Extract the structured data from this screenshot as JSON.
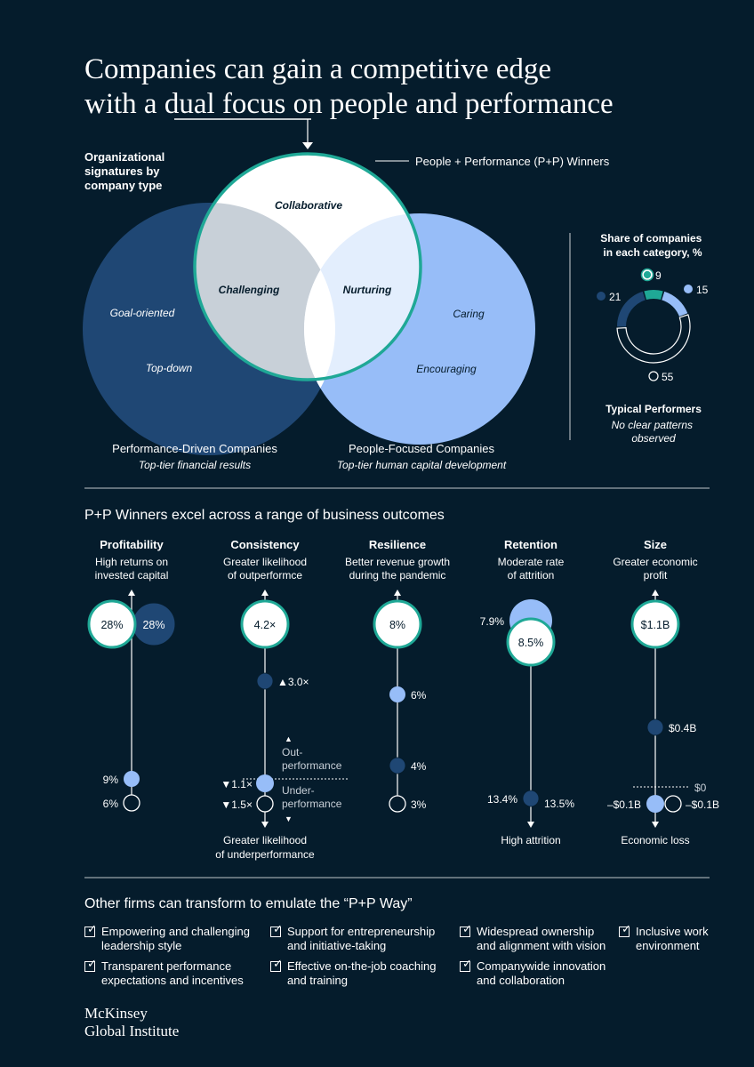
{
  "title_line1": "Companies can gain a competitive edge",
  "title_line2_pre": "with a ",
  "title_line2_underlined": "dual focus",
  "title_line2_post": " on people and performance",
  "venn": {
    "signature_label": [
      "Organizational",
      "signatures by",
      "company type"
    ],
    "winners_label": "People + Performance (P+P) Winners",
    "collaborative": "Collaborative",
    "challenging": "Challenging",
    "nurturing": "Nurturing",
    "goal_oriented": "Goal-oriented",
    "top_down": "Top-down",
    "caring": "Caring",
    "encouraging": "Encouraging",
    "perf_title": "Performance-Driven Companies",
    "perf_sub": "Top-tier financial results",
    "people_title": "People-Focused Companies",
    "people_sub": "Top-tier human capital development"
  },
  "share_chart": {
    "title": [
      "Share of companies",
      "in each category, %"
    ],
    "typical_title": "Typical Performers",
    "typical_sub": [
      "No clear patterns",
      "observed"
    ]
  },
  "section2_title": "P+P Winners excel across a range of business outcomes",
  "outcomes": [
    {
      "title": "Profitability",
      "sub": [
        "High returns on",
        "invested capital"
      ]
    },
    {
      "title": "Consistency",
      "sub": [
        "Greater likelihood",
        "of outperformce"
      ]
    },
    {
      "title": "Resilience",
      "sub": [
        "Better revenue growth",
        "during the pandemic"
      ]
    },
    {
      "title": "Retention",
      "sub": [
        "Moderate rate",
        "of attrition"
      ]
    },
    {
      "title": "Size",
      "sub": [
        "Greater economic",
        "profit"
      ]
    }
  ],
  "consistency_notes": {
    "out": [
      "Out-",
      "performance"
    ],
    "under": [
      "Under-",
      "performance"
    ],
    "bottom": [
      "Greater likelihood",
      "of underperformance"
    ]
  },
  "retention_bottom": "High attrition",
  "size_bottom": "Economic loss",
  "size_zero_label": "$0",
  "section3_title": "Other firms can transform to emulate the “P+P Way”",
  "practices": [
    [
      "Empowering and challenging",
      "leadership style"
    ],
    [
      "Support for entrepreneurship",
      "and initiative-taking"
    ],
    [
      "Widespread ownership",
      "and alignment with vision"
    ],
    [
      "Inclusive work",
      "environment"
    ],
    [
      "Transparent performance",
      "expectations and incentives"
    ],
    [
      "Effective on-the-job coaching",
      "and training"
    ],
    [
      "Companywide innovation",
      "and collaboration"
    ]
  ],
  "logo": [
    "McKinsey",
    "Global Institute"
  ],
  "colors": {
    "background": "#051C2C",
    "teal": "#1FA896",
    "performance_dark": "#1F4774",
    "people_light": "#97BDF8",
    "overlap_gray": "#C8D0D8",
    "nurturing_light": "#E3EEFD",
    "white": "#FFFFFF"
  },
  "chart_data": [
    {
      "type": "pie",
      "title": "Share of companies in each category, %",
      "categories": [
        "P+P Winners",
        "People-Focused Companies",
        "Typical Performers",
        "Performance-Driven Companies"
      ],
      "values": [
        9,
        15,
        55,
        21
      ],
      "labels": [
        "9",
        "15",
        "55",
        "21"
      ],
      "colors": [
        "#1FA896",
        "#97BDF8",
        "#051C2C",
        "#1F4774"
      ]
    },
    {
      "type": "scatter",
      "title": "Profitability",
      "series": [
        {
          "name": "P+P Winners",
          "values": [
            28
          ],
          "labels": [
            "28%"
          ],
          "color": "white"
        },
        {
          "name": "Performance-Driven Companies",
          "values": [
            28
          ],
          "labels": [
            "28%"
          ],
          "color": "dark"
        },
        {
          "name": "People-Focused Companies",
          "values": [
            9
          ],
          "labels": [
            "9%"
          ],
          "color": "light"
        },
        {
          "name": "Typical Performers",
          "values": [
            6
          ],
          "labels": [
            "6%"
          ],
          "color": "outline"
        }
      ]
    },
    {
      "type": "scatter",
      "title": "Consistency",
      "series": [
        {
          "name": "P+P Winners",
          "values": [
            4.2
          ],
          "labels": [
            "4.2×"
          ],
          "color": "white"
        },
        {
          "name": "Performance-Driven Companies",
          "values": [
            3.0
          ],
          "labels": [
            "▲3.0×"
          ],
          "color": "dark"
        },
        {
          "name": "People-Focused Companies",
          "values": [
            1.1
          ],
          "labels": [
            "▼1.1×"
          ],
          "color": "light"
        },
        {
          "name": "Typical Performers",
          "values": [
            1.5
          ],
          "labels": [
            "▼1.5×"
          ],
          "color": "outline"
        }
      ]
    },
    {
      "type": "scatter",
      "title": "Resilience",
      "series": [
        {
          "name": "P+P Winners",
          "values": [
            8
          ],
          "labels": [
            "8%"
          ],
          "color": "white"
        },
        {
          "name": "People-Focused Companies",
          "values": [
            6
          ],
          "labels": [
            "6%"
          ],
          "color": "light"
        },
        {
          "name": "Performance-Driven Companies",
          "values": [
            4
          ],
          "labels": [
            "4%"
          ],
          "color": "dark"
        },
        {
          "name": "Typical Performers",
          "values": [
            3
          ],
          "labels": [
            "3%"
          ],
          "color": "outline"
        }
      ]
    },
    {
      "type": "scatter",
      "title": "Retention",
      "series": [
        {
          "name": "People-Focused Companies",
          "values": [
            7.9
          ],
          "labels": [
            "7.9%"
          ],
          "color": "light"
        },
        {
          "name": "P+P Winners",
          "values": [
            8.5
          ],
          "labels": [
            "8.5%"
          ],
          "color": "white"
        },
        {
          "name": "Performance-Driven Companies",
          "values": [
            13.4
          ],
          "labels": [
            "13.4%"
          ],
          "color": "dark"
        },
        {
          "name": "Typical Performers",
          "values": [
            13.5
          ],
          "labels": [
            "13.5%"
          ],
          "color": "outline"
        }
      ]
    },
    {
      "type": "scatter",
      "title": "Size",
      "series": [
        {
          "name": "P+P Winners",
          "values": [
            1.1
          ],
          "labels": [
            "$1.1B"
          ],
          "color": "white"
        },
        {
          "name": "Performance-Driven Companies",
          "values": [
            0.4
          ],
          "labels": [
            "$0.4B"
          ],
          "color": "dark"
        },
        {
          "name": "People-Focused Companies",
          "values": [
            -0.1
          ],
          "labels": [
            "–$0.1B"
          ],
          "color": "light"
        },
        {
          "name": "Typical Performers",
          "values": [
            -0.1
          ],
          "labels": [
            "–$0.1B"
          ],
          "color": "outline"
        }
      ]
    }
  ]
}
